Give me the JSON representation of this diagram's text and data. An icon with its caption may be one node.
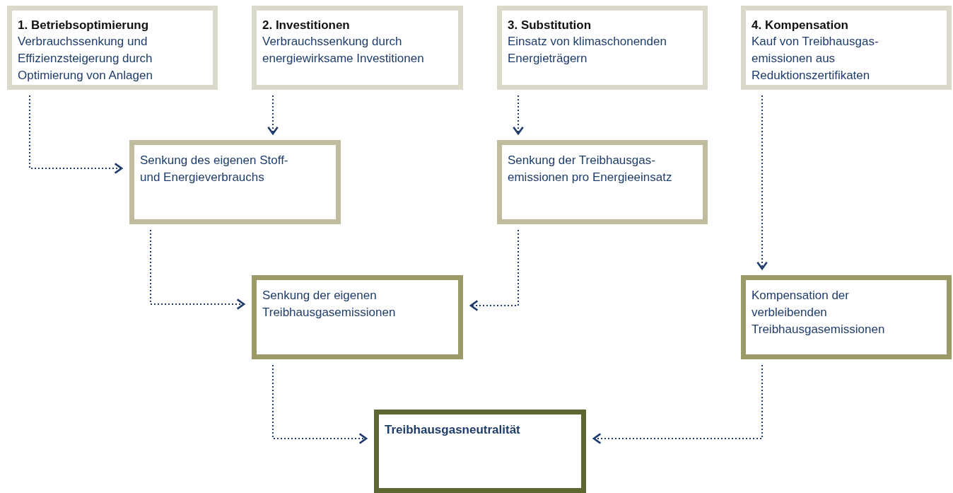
{
  "diagram": {
    "nodes": [
      {
        "text": [
          "1. Betriebsoptimierung",
          "Verbrauchssenkung und Effizienzsteigerung durch Optimierung von Anlagen"
        ]
      },
      {
        "text": [
          "2. Investitionen",
          "Verbrauchssenkung durch energiewirksame Investitionen"
        ]
      },
      {
        "text": [
          "3. Substitution",
          "Einsatz von klimaschonenden Energieträgern"
        ]
      },
      {
        "text": [
          "4. Kompensation",
          "Kauf von Treibhausgas-emissionen aus Reduktionszertifikaten"
        ]
      },
      {
        "text": [
          "Senkung des eigenen Stoff- und Energieverbrauchs"
        ]
      },
      {
        "text": [
          "Senkung der Treibhausgas-emissionen pro Energieeinsatz"
        ]
      },
      {
        "text": [
          "Senkung der eigenen Treibhausgasemissionen"
        ]
      },
      {
        "text": [
          "Kompensation der verbleibenden Treibhausgasemissionen"
        ]
      },
      {
        "text": [
          "Treibhausgasneutralität"
        ]
      }
    ],
    "edges": [
      {
        "from": 0,
        "to": 4,
        "arrow": "to"
      },
      {
        "from": 1,
        "to": 4,
        "arrow": "to"
      },
      {
        "from": 2,
        "to": 5,
        "arrow": "to"
      },
      {
        "from": 3,
        "to": 7,
        "arrow": "to"
      },
      {
        "from": 4,
        "to": 6,
        "arrow": "to"
      },
      {
        "from": 5,
        "to": 6,
        "arrow": "to"
      },
      {
        "from": 6,
        "to": 8,
        "arrow": "to"
      },
      {
        "from": 7,
        "to": 8,
        "arrow": "to"
      }
    ]
  }
}
